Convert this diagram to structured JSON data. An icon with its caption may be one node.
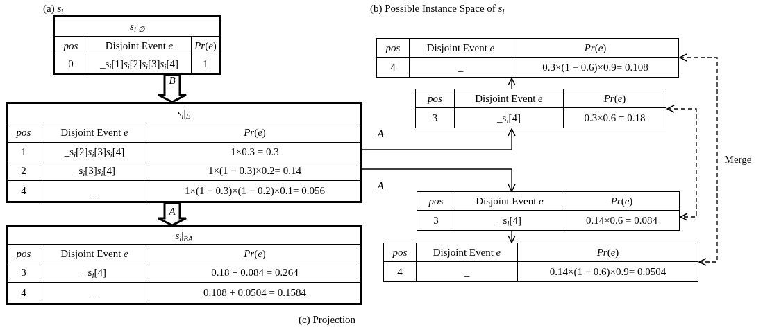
{
  "diagram": {
    "caption": "(c) Projection",
    "nodes": [
      {
        "text": [
          "*s*$_{i}$|$_{∅}$",
          "pos",
          "Disjoint Event *e*",
          "*Pr*(*e*)",
          "0",
          "_s$_{i}$[1]*s*$_{i}$[2]*s*$_{i}$[3]*s*$_{i}$[4]",
          "1"
        ]
      },
      {
        "text": [
          "*s*$_{i}$|$_{B}$",
          "pos",
          "Disjoint Event *e*",
          "*Pr*(*e*)",
          "1",
          "_s$_{i}$[2]*s*$_{i}$[3]*s*$_{i}$[4]",
          "1×0.3 = 0.3",
          "2",
          "_s$_{i}$[3]*s*$_{i}$[4]",
          "1×(1 − 0.3)×0.2= 0.14",
          "4",
          "_",
          "1×(1 − 0.3)×(1 − 0.2)×0.1= 0.056"
        ]
      },
      {
        "text": [
          "*s*$_{i}$|$_{BA}$",
          "pos",
          "Disjoint Event *e*",
          "*Pr*(*e*)",
          "3",
          "_s$_{i}$[4]",
          "0.18 + 0.084 = 0.264",
          "4",
          "_",
          "0.108 + 0.0504 = 0.1584"
        ]
      },
      {
        "text": [
          "pos",
          "Disjoint Event *e*",
          "*Pr*(*e*)",
          "4",
          "_",
          "0.3×(1 − 0.6)×0.9= 0.108"
        ]
      },
      {
        "text": [
          "pos",
          "Disjoint Event *e*",
          "*Pr*(*e*)",
          "3",
          "_s$_{i}$[4]",
          "0.3×0.6 = 0.18"
        ]
      },
      {
        "text": [
          "pos",
          "Disjoint Event *e*",
          "*Pr*(*e*)",
          "3",
          "_s$_{i}$[4]",
          "0.14×0.6 = 0.084"
        ]
      },
      {
        "text": [
          "pos",
          "Disjoint Event *e*",
          "*Pr*(*e*)",
          "4",
          "_",
          "0.14×(1 − 0.6)×0.9= 0.0504"
        ]
      }
    ],
    "edges": [
      {
        "from": 0,
        "to": 1,
        "arrow": "to",
        "label": "B",
        "style": "thick"
      },
      {
        "from": 1,
        "to": 2,
        "arrow": "to",
        "label": "A",
        "style": "thick"
      },
      {
        "from": 1,
        "to": 4,
        "arrow": "to",
        "label": "A"
      },
      {
        "from": 1,
        "to": 5,
        "arrow": "to",
        "label": "A"
      },
      {
        "from": 4,
        "to": 3,
        "arrow": "to"
      },
      {
        "from": 5,
        "to": 6,
        "arrow": "to"
      },
      {
        "from": 4,
        "to": 5,
        "arrow": "both",
        "style": "dashed"
      },
      {
        "from": 3,
        "to": 6,
        "arrow": "both",
        "style": "dashed",
        "label": "Merge"
      }
    ],
    "labels": [
      "(a) *s*$_{i}$",
      "(b) Possible Instance Space of *s*$_{i}$"
    ]
  }
}
